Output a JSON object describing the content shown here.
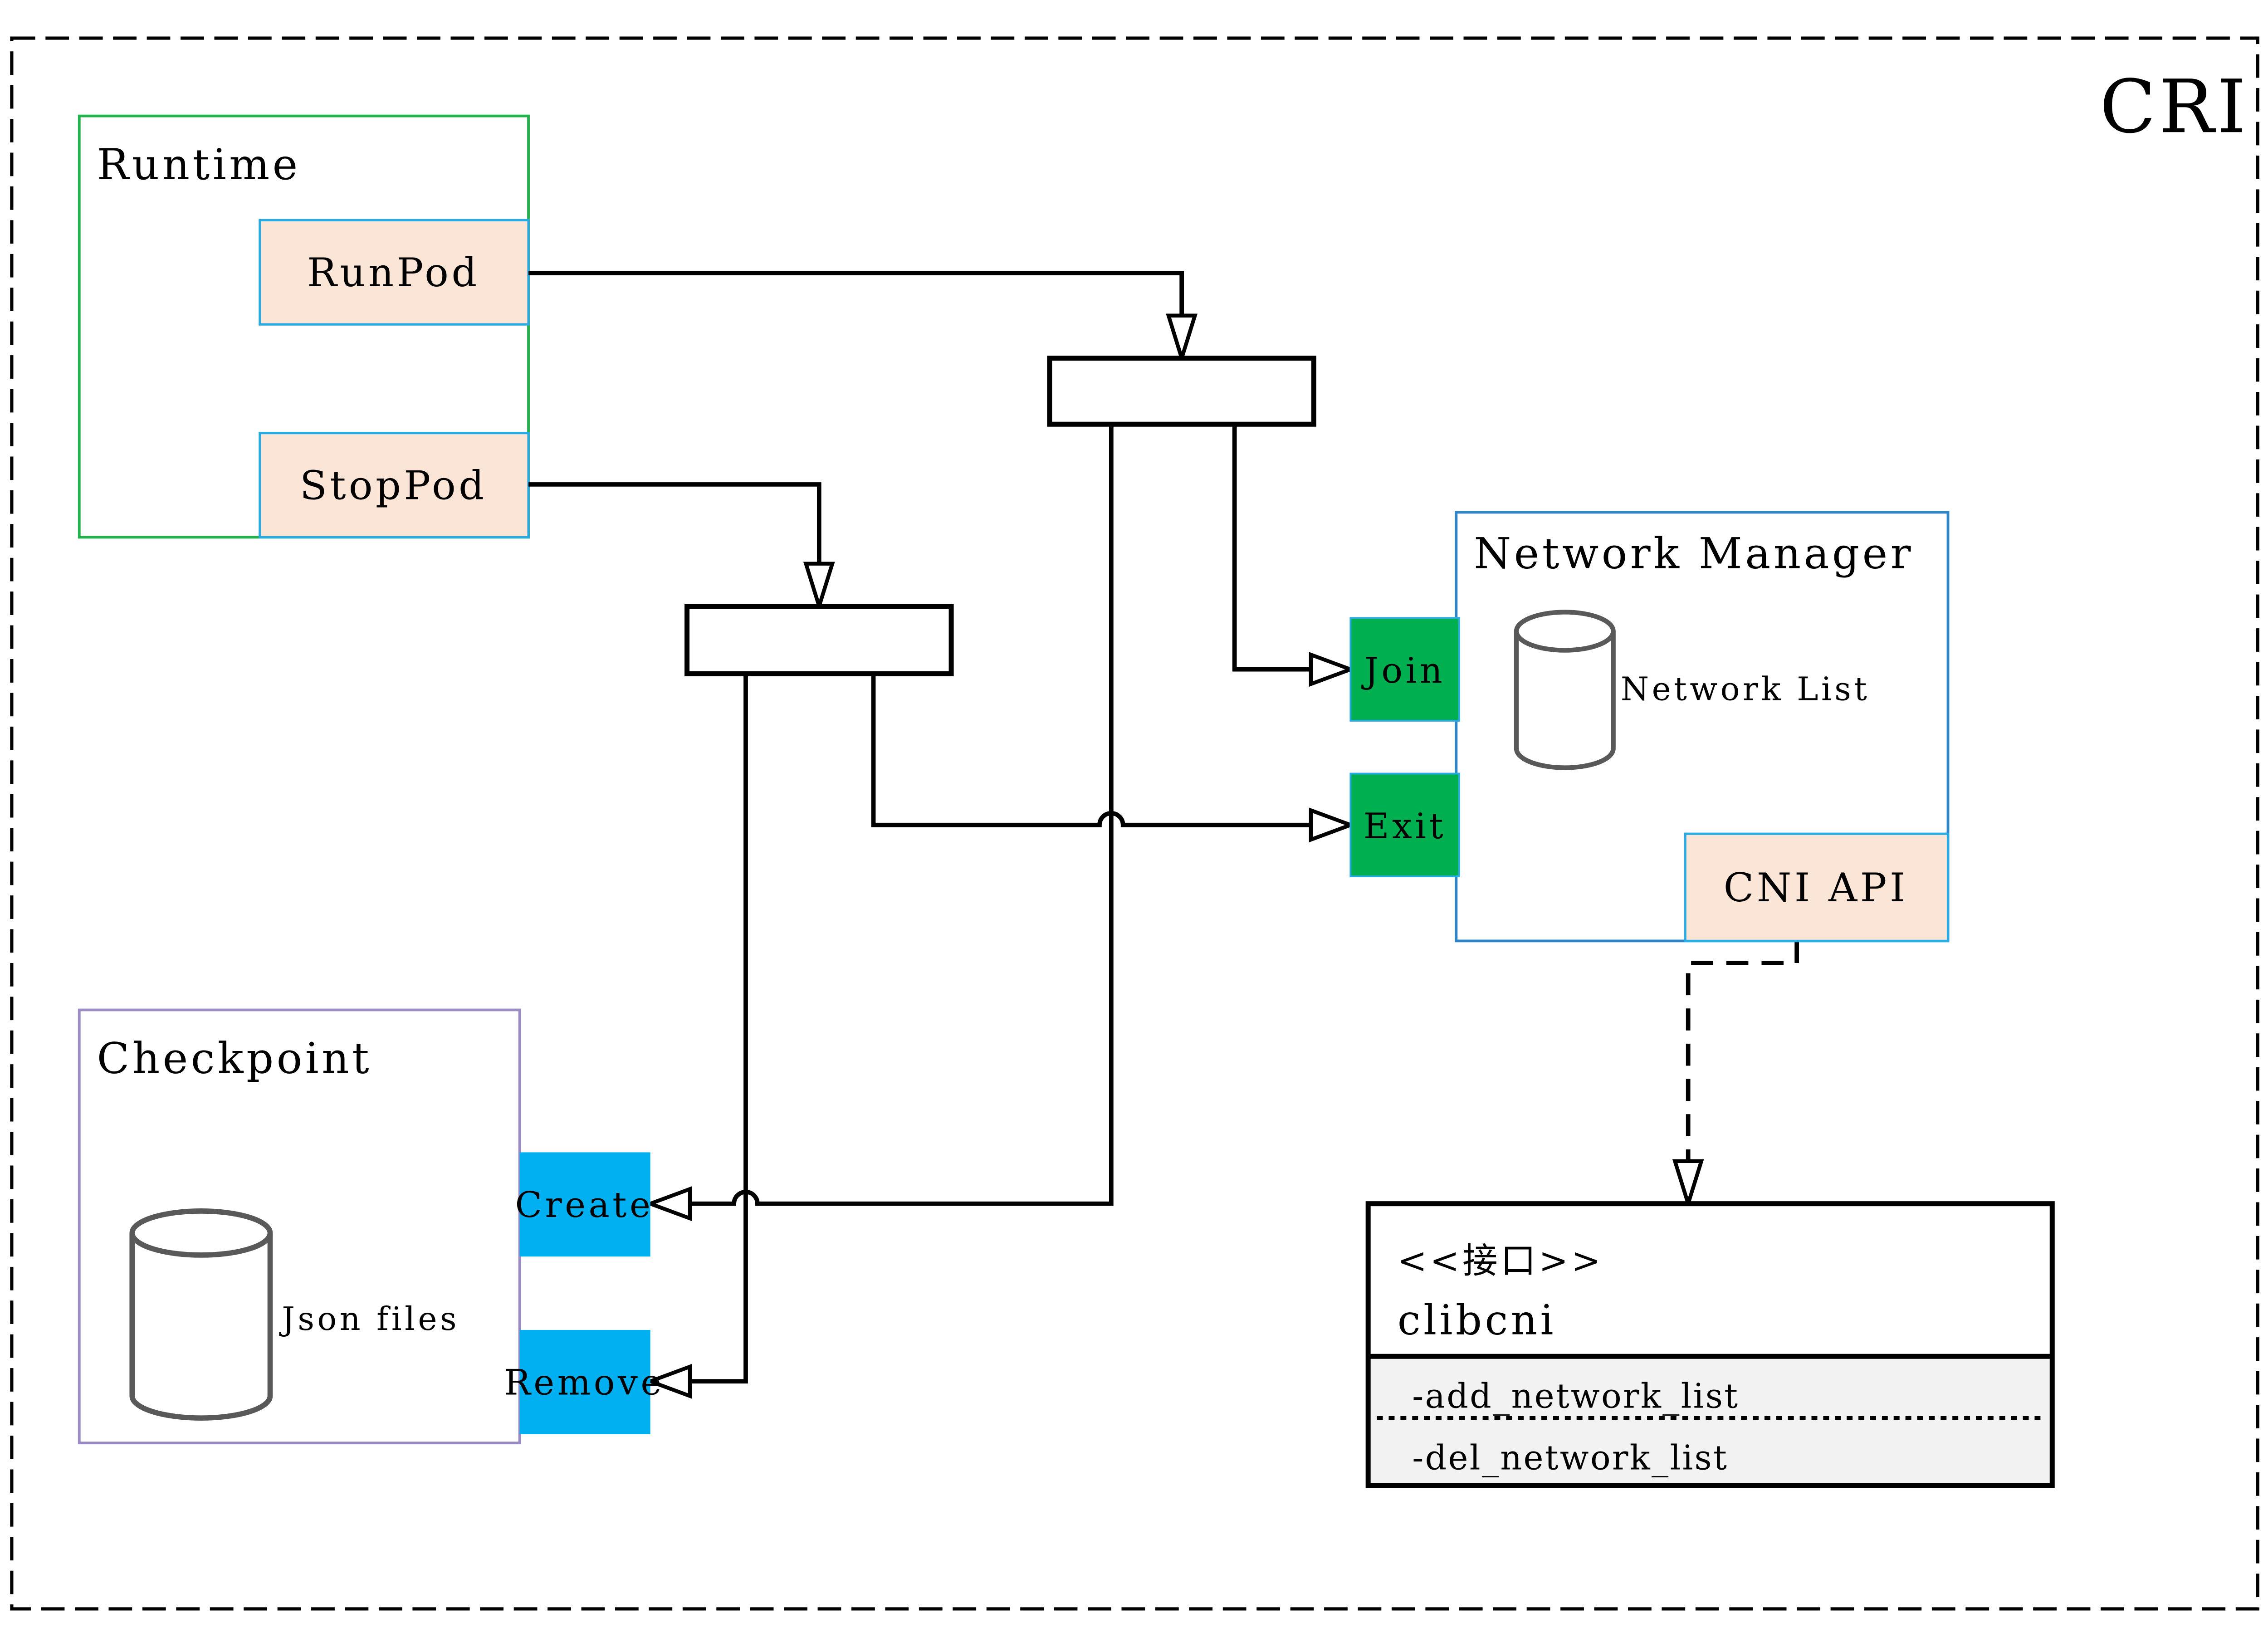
{
  "badge": {
    "text": "CRI"
  },
  "runtime": {
    "title": "Runtime",
    "run_pod_label": "RunPod",
    "stop_pod_label": "StopPod"
  },
  "network_manager": {
    "title": "Network Manager",
    "join_label": "Join",
    "exit_label": "Exit",
    "network_list_label": "Network List",
    "cni_api_label": "CNI API"
  },
  "checkpoint": {
    "title": "Checkpoint",
    "json_files_label": "Json files",
    "create_label": "Create",
    "remove_label": "Remove"
  },
  "clibcni": {
    "stereotype": "<<接口>>",
    "name": "clibcni",
    "methods": [
      "-add_network_list",
      "-del_network_list"
    ]
  },
  "colors": {
    "cri_text": "#8A6D00",
    "peach_fill": "#FBE5D6",
    "peach_border": "#29ABE2",
    "green_fill": "#00B050",
    "cyan_fill": "#00B0F0",
    "runtime_border": "#22B14C",
    "network_manager_border": "#2E86C8",
    "checkpoint_border": "#9A8BC4",
    "clibcni_attr_fill": "#F2F2F2",
    "cylinder_stroke": "#595959",
    "line_color": "#000000",
    "background": "#FFFFFF"
  }
}
